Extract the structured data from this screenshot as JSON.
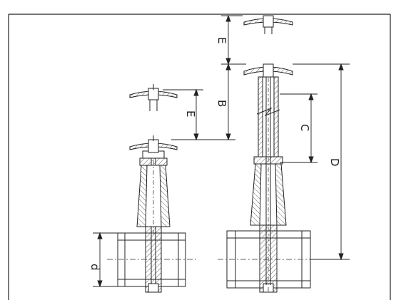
{
  "diagram": {
    "labels": {
      "d": "d",
      "E_left": "E",
      "B": "B",
      "E_right": "E",
      "C": "C",
      "D": "D"
    },
    "colors": {
      "line": "#222222",
      "hatch": "#555555",
      "center": "#666666"
    }
  }
}
